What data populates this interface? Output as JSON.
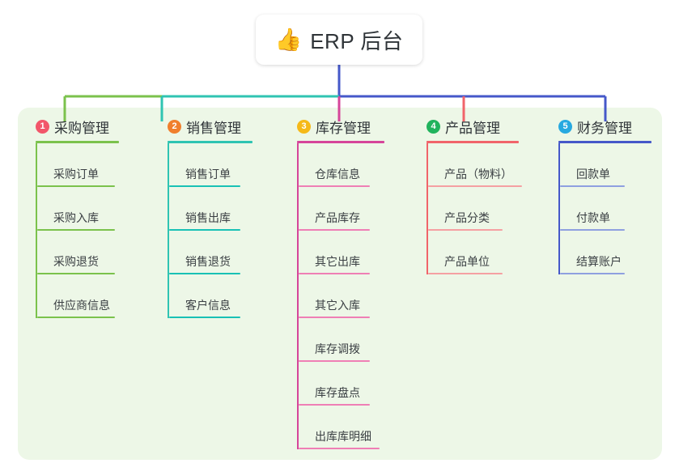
{
  "root": {
    "icon": "thumbs-up-icon",
    "emoji": "👍",
    "label": "ERP 后台"
  },
  "diagram": {
    "type": "mindmap",
    "background_color": "#edf7e7",
    "root_stem_color": "#4558c9"
  },
  "columns": [
    {
      "number": "1",
      "title": "采购管理",
      "badge_color": "#f2566a",
      "line_color": "#7bc24c",
      "rule_color": "#7bc24c",
      "items": [
        {
          "label": "采购订单",
          "width": 96
        },
        {
          "label": "采购入库",
          "width": 96
        },
        {
          "label": "采购退货",
          "width": 96
        },
        {
          "label": "供应商信息",
          "width": 96
        }
      ]
    },
    {
      "number": "2",
      "title": "销售管理",
      "badge_color": "#f07f2d",
      "line_color": "#2fc4b2",
      "rule_color": "#19c1b5",
      "items": [
        {
          "label": "销售订单",
          "width": 88
        },
        {
          "label": "销售出库",
          "width": 88
        },
        {
          "label": "销售退货",
          "width": 88
        },
        {
          "label": "客户信息",
          "width": 88
        }
      ]
    },
    {
      "number": "3",
      "title": "库存管理",
      "badge_color": "#f5b919",
      "line_color": "#d6459a",
      "rule_color": "#ef7fb5",
      "items": [
        {
          "label": "仓库信息",
          "width": 88
        },
        {
          "label": "产品库存",
          "width": 88
        },
        {
          "label": "其它出库",
          "width": 88
        },
        {
          "label": "其它入库",
          "width": 88
        },
        {
          "label": "库存调拨",
          "width": 88
        },
        {
          "label": "库存盘点",
          "width": 88
        },
        {
          "label": "出库库明细",
          "width": 100
        }
      ]
    },
    {
      "number": "4",
      "title": "产品管理",
      "badge_color": "#21b35d",
      "line_color": "#f1646a",
      "rule_color": "#f5a0a2",
      "items": [
        {
          "label": "产品（物料）",
          "width": 116
        },
        {
          "label": "产品分类",
          "width": 92
        },
        {
          "label": "产品单位",
          "width": 92
        }
      ]
    },
    {
      "number": "5",
      "title": "财务管理",
      "badge_color": "#27a9e0",
      "line_color": "#4558c9",
      "rule_color": "#8fa0e0",
      "items": [
        {
          "label": "回款单",
          "width": 80
        },
        {
          "label": "付款单",
          "width": 80
        },
        {
          "label": "结算账户",
          "width": 80
        }
      ]
    }
  ]
}
